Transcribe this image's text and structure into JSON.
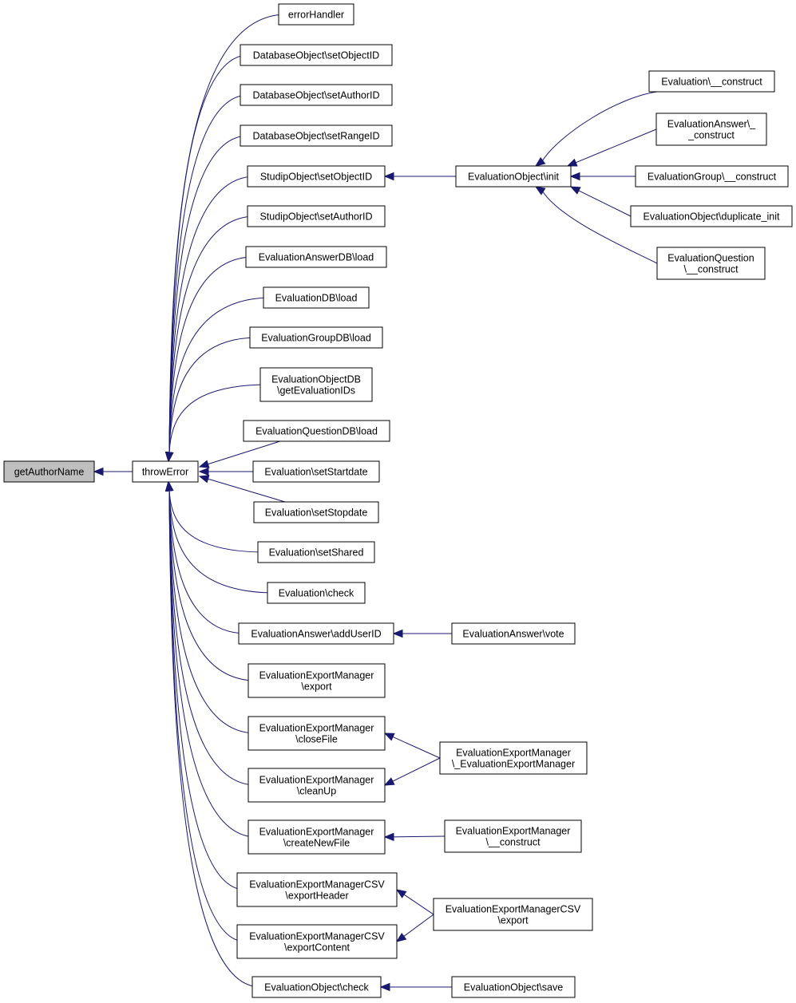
{
  "nodes": [
    {
      "id": "getAuthorName",
      "lines": [
        "getAuthorName"
      ],
      "highlight": true
    },
    {
      "id": "throwError",
      "lines": [
        "throwError"
      ]
    },
    {
      "id": "errorHandler",
      "lines": [
        "errorHandler"
      ]
    },
    {
      "id": "dbo_setObjectID",
      "lines": [
        "DatabaseObject\\setObjectID"
      ]
    },
    {
      "id": "dbo_setAuthorID",
      "lines": [
        "DatabaseObject\\setAuthorID"
      ]
    },
    {
      "id": "dbo_setRangeID",
      "lines": [
        "DatabaseObject\\setRangeID"
      ]
    },
    {
      "id": "so_setObjectID",
      "lines": [
        "StudipObject\\setObjectID"
      ]
    },
    {
      "id": "so_setAuthorID",
      "lines": [
        "StudipObject\\setAuthorID"
      ]
    },
    {
      "id": "eadb_load",
      "lines": [
        "EvaluationAnswerDB\\load"
      ]
    },
    {
      "id": "edb_load",
      "lines": [
        "EvaluationDB\\load"
      ]
    },
    {
      "id": "egdb_load",
      "lines": [
        "EvaluationGroupDB\\load"
      ]
    },
    {
      "id": "eodb_getIDs",
      "lines": [
        "EvaluationObjectDB",
        "\\getEvaluationIDs"
      ]
    },
    {
      "id": "eqdb_load",
      "lines": [
        "EvaluationQuestionDB\\load"
      ]
    },
    {
      "id": "ev_setStartdate",
      "lines": [
        "Evaluation\\setStartdate"
      ]
    },
    {
      "id": "ev_setStopdate",
      "lines": [
        "Evaluation\\setStopdate"
      ]
    },
    {
      "id": "ev_setShared",
      "lines": [
        "Evaluation\\setShared"
      ]
    },
    {
      "id": "ev_check",
      "lines": [
        "Evaluation\\check"
      ]
    },
    {
      "id": "ea_addUserID",
      "lines": [
        "EvaluationAnswer\\addUserID"
      ]
    },
    {
      "id": "eem_export",
      "lines": [
        "EvaluationExportManager",
        "\\export"
      ]
    },
    {
      "id": "eem_closeFile",
      "lines": [
        "EvaluationExportManager",
        "\\closeFile"
      ]
    },
    {
      "id": "eem_cleanUp",
      "lines": [
        "EvaluationExportManager",
        "\\cleanUp"
      ]
    },
    {
      "id": "eem_createNewFile",
      "lines": [
        "EvaluationExportManager",
        "\\createNewFile"
      ]
    },
    {
      "id": "eemcsv_exportHeader",
      "lines": [
        "EvaluationExportManagerCSV",
        "\\exportHeader"
      ]
    },
    {
      "id": "eemcsv_exportContent",
      "lines": [
        "EvaluationExportManagerCSV",
        "\\exportContent"
      ]
    },
    {
      "id": "eo_check",
      "lines": [
        "EvaluationObject\\check"
      ]
    },
    {
      "id": "eo_init",
      "lines": [
        "EvaluationObject\\init"
      ]
    },
    {
      "id": "ev_construct",
      "lines": [
        "Evaluation\\__construct"
      ]
    },
    {
      "id": "ea_construct",
      "lines": [
        "EvaluationAnswer\\_",
        "_construct"
      ]
    },
    {
      "id": "eg_construct",
      "lines": [
        "EvaluationGroup\\__construct"
      ]
    },
    {
      "id": "eo_duplicate_init",
      "lines": [
        "EvaluationObject\\duplicate_init"
      ]
    },
    {
      "id": "eq_construct",
      "lines": [
        "EvaluationQuestion",
        "\\__construct"
      ]
    },
    {
      "id": "ea_vote",
      "lines": [
        "EvaluationAnswer\\vote"
      ]
    },
    {
      "id": "eem_destructor",
      "lines": [
        "EvaluationExportManager",
        "\\_EvaluationExportManager"
      ]
    },
    {
      "id": "eem_construct",
      "lines": [
        "EvaluationExportManager",
        "\\__construct"
      ]
    },
    {
      "id": "eemcsv_export",
      "lines": [
        "EvaluationExportManagerCSV",
        "\\export"
      ]
    },
    {
      "id": "eo_save",
      "lines": [
        "EvaluationObject\\save"
      ]
    }
  ],
  "edges": [
    {
      "from": "throwError",
      "to": "getAuthorName"
    },
    {
      "from": "errorHandler",
      "to": "throwError"
    },
    {
      "from": "dbo_setObjectID",
      "to": "throwError"
    },
    {
      "from": "dbo_setAuthorID",
      "to": "throwError"
    },
    {
      "from": "dbo_setRangeID",
      "to": "throwError"
    },
    {
      "from": "so_setObjectID",
      "to": "throwError"
    },
    {
      "from": "so_setAuthorID",
      "to": "throwError"
    },
    {
      "from": "eadb_load",
      "to": "throwError"
    },
    {
      "from": "edb_load",
      "to": "throwError"
    },
    {
      "from": "egdb_load",
      "to": "throwError"
    },
    {
      "from": "eodb_getIDs",
      "to": "throwError"
    },
    {
      "from": "eqdb_load",
      "to": "throwError"
    },
    {
      "from": "ev_setStartdate",
      "to": "throwError"
    },
    {
      "from": "ev_setStopdate",
      "to": "throwError"
    },
    {
      "from": "ev_setShared",
      "to": "throwError"
    },
    {
      "from": "ev_check",
      "to": "throwError"
    },
    {
      "from": "ea_addUserID",
      "to": "throwError"
    },
    {
      "from": "eem_export",
      "to": "throwError"
    },
    {
      "from": "eem_closeFile",
      "to": "throwError"
    },
    {
      "from": "eem_cleanUp",
      "to": "throwError"
    },
    {
      "from": "eem_createNewFile",
      "to": "throwError"
    },
    {
      "from": "eemcsv_exportHeader",
      "to": "throwError"
    },
    {
      "from": "eemcsv_exportContent",
      "to": "throwError"
    },
    {
      "from": "eo_check",
      "to": "throwError"
    },
    {
      "from": "eo_init",
      "to": "so_setObjectID"
    },
    {
      "from": "ev_construct",
      "to": "eo_init"
    },
    {
      "from": "ea_construct",
      "to": "eo_init"
    },
    {
      "from": "eg_construct",
      "to": "eo_init"
    },
    {
      "from": "eo_duplicate_init",
      "to": "eo_init"
    },
    {
      "from": "eq_construct",
      "to": "eo_init"
    },
    {
      "from": "ea_vote",
      "to": "ea_addUserID"
    },
    {
      "from": "eem_destructor",
      "to": "eem_closeFile"
    },
    {
      "from": "eem_destructor",
      "to": "eem_cleanUp"
    },
    {
      "from": "eem_construct",
      "to": "eem_createNewFile"
    },
    {
      "from": "eemcsv_export",
      "to": "eemcsv_exportHeader"
    },
    {
      "from": "eemcsv_export",
      "to": "eemcsv_exportContent"
    },
    {
      "from": "eo_save",
      "to": "eo_check"
    }
  ]
}
